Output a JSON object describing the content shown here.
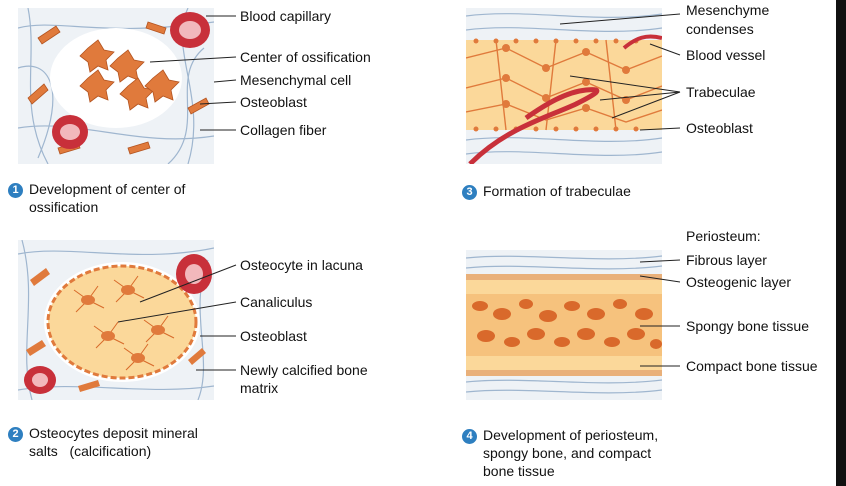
{
  "panel1": {
    "step": "1",
    "caption_line1": "Development of center of",
    "caption_line2": "ossification",
    "labels": [
      "Blood capillary",
      "Center of ossification",
      "Mesenchymal cell",
      "Osteoblast",
      "Collagen fiber"
    ]
  },
  "panel2": {
    "step": "2",
    "caption_line1": "Osteocytes deposit mineral",
    "caption_line2": "salts   (calcification)",
    "labels": [
      "Osteocyte in lacuna",
      "Canaliculus",
      "Osteoblast",
      "Newly calcified bone",
      "matrix"
    ]
  },
  "panel3": {
    "step": "3",
    "caption_line1": "Formation of trabeculae",
    "labels": [
      "Mesenchyme",
      "condenses",
      "Blood vessel",
      "Trabeculae",
      "Osteoblast"
    ]
  },
  "panel4": {
    "step": "4",
    "caption_line1": "Development of periosteum,",
    "caption_line2": "spongy bone, and compact",
    "caption_line3": "bone tissue",
    "labels": [
      "Periosteum:",
      "Fibrous layer",
      "Osteogenic layer",
      "Spongy bone tissue",
      "Compact bone tissue"
    ]
  },
  "colors": {
    "tissue_bg": "#eef2f6",
    "fiber": "#9fb6cf",
    "cell": "#e07a3c",
    "bone_matrix": "#fbd89a",
    "capillary": "#c8303a",
    "step_badge": "#2e7fc0"
  }
}
